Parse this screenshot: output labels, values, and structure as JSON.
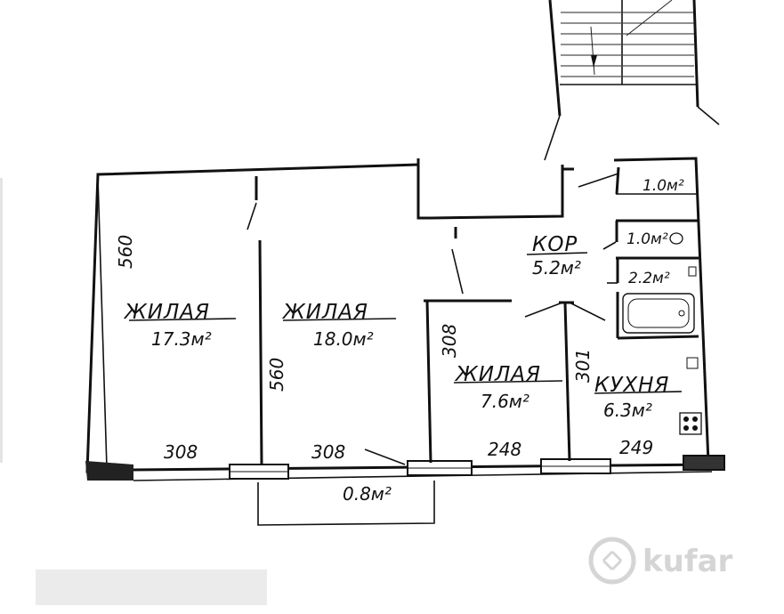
{
  "rooms": {
    "living1": {
      "name": "ЖИЛАЯ",
      "area": "17.3м²"
    },
    "living2": {
      "name": "ЖИЛАЯ",
      "area": "18.0м²"
    },
    "living3": {
      "name": "ЖИЛАЯ",
      "area": "7.6м²"
    },
    "corridor": {
      "name": "КОР",
      "area": "5.2м²"
    },
    "kitchen": {
      "name": "КУХНЯ",
      "area": "6.3м²"
    },
    "storage": {
      "area": "1.0м²"
    },
    "toilet": {
      "area": "1.0м²"
    },
    "bath": {
      "area": "2.2м²"
    },
    "balcony": {
      "area": "0.8м²"
    }
  },
  "dimensions": {
    "height_left": "560",
    "height_mid": "560",
    "width_room1": "308",
    "width_room2": "308",
    "width_room3": "248",
    "width_kitchen": "249",
    "height_room3": "308",
    "height_kitchen": "301"
  },
  "watermark": "kufar"
}
